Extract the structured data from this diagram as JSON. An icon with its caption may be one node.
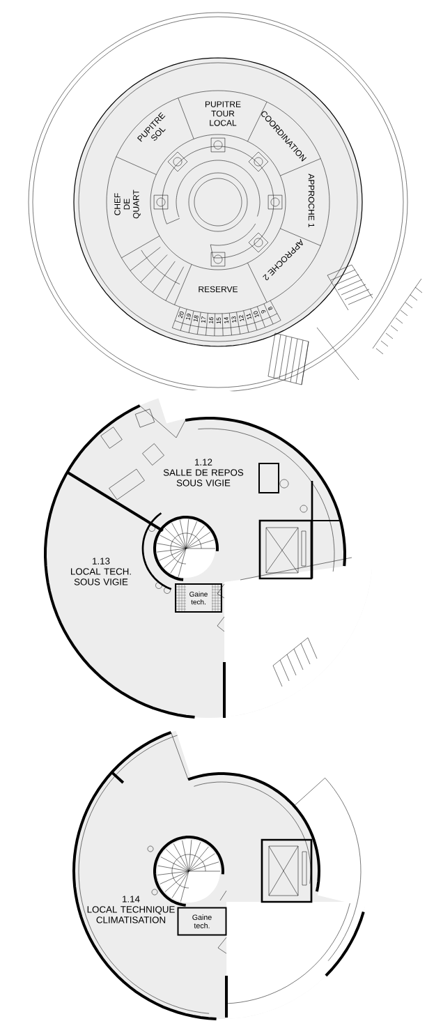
{
  "diagram": {
    "nodes": [
      {
        "text": [
          "PUPITRE TOUR LOCAL"
        ]
      },
      {
        "text": [
          "PUPITRE SOL"
        ]
      },
      {
        "text": [
          "COORDINATION"
        ]
      },
      {
        "text": [
          "APPROCHE 1"
        ]
      },
      {
        "text": [
          "CHEF DE QUART"
        ]
      },
      {
        "text": [
          "APPROCHE 2"
        ]
      },
      {
        "text": [
          "RESERVE"
        ]
      },
      {
        "text": [
          "1.12",
          "SALLE DE REPOS SOUS VIGIE"
        ]
      },
      {
        "text": [
          "1.13",
          "LOCAL TECH. SOUS VIGIE"
        ]
      },
      {
        "text": [
          "Gaine tech."
        ]
      },
      {
        "text": [
          "1.14",
          "LOCAL TECHNIQUE CLIMATISATION"
        ]
      },
      {
        "text": [
          "Gaine tech."
        ]
      }
    ],
    "labels": [
      "20",
      "19",
      "18",
      "17",
      "16",
      "15",
      "14",
      "13",
      "12",
      "11",
      "10",
      "9",
      "8"
    ]
  }
}
